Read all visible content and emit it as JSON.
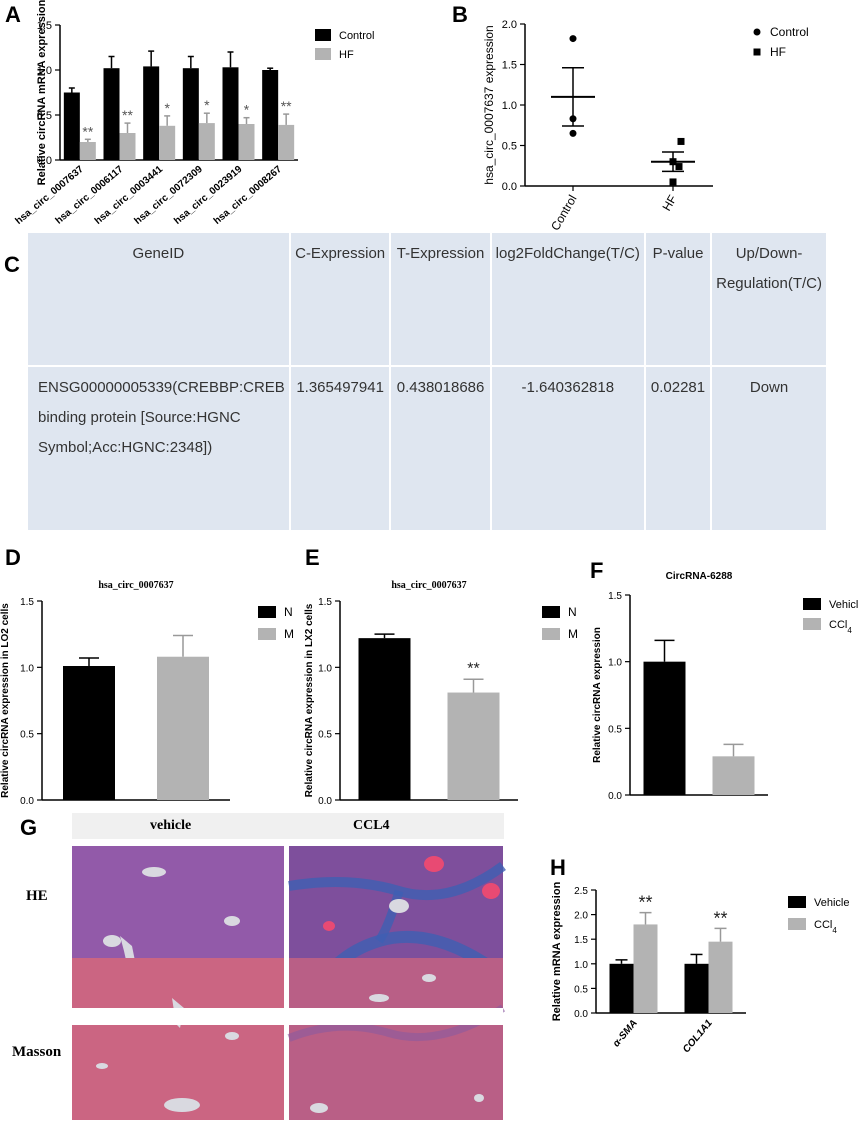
{
  "panels": {
    "A": "A",
    "B": "B",
    "C": "C",
    "D": "D",
    "E": "E",
    "F": "F",
    "G": "G",
    "H": "H"
  },
  "table": {
    "headers": [
      "GeneID",
      "C-Expression",
      "T-Expression",
      "log2FoldChange(T/C)",
      "P-value",
      "Up/Down-Regulation(T/C)"
    ],
    "rows": [
      [
        "ENSG00000005339(CREBBP:CREB binding protein [Source:HGNC Symbol;Acc:HGNC:2348])",
        "1.365497941",
        "0.438018686",
        "-1.640362818",
        "0.02281",
        "Down"
      ]
    ]
  },
  "micrographs": {
    "col_vehicle": "vehicle",
    "col_ccl4": "CCL4",
    "row_he": "HE",
    "row_masson": "Masson",
    "colors": {
      "he_tissue": "#8a55a6",
      "masson_tissue": "#c8607e",
      "fibrosis": "#3e5fb3"
    }
  },
  "chart_data": [
    {
      "id": "A",
      "type": "bar",
      "categories": [
        "hsa_circ_0007637",
        "hsa_circ_0006117",
        "hsa_circ_0003441",
        "hsa_circ_0072309",
        "hsa_circ_0023919",
        "hsa_circ_0008267"
      ],
      "series": [
        {
          "name": "Control",
          "color": "#000000",
          "values": [
            0.75,
            1.02,
            1.04,
            1.02,
            1.03,
            1.0
          ],
          "errors": [
            0.05,
            0.13,
            0.17,
            0.13,
            0.17,
            0.02
          ]
        },
        {
          "name": "HF",
          "color": "#b3b3b3",
          "values": [
            0.2,
            0.3,
            0.38,
            0.41,
            0.4,
            0.39
          ],
          "errors": [
            0.03,
            0.11,
            0.11,
            0.11,
            0.07,
            0.12
          ]
        }
      ],
      "annotations": [
        "**",
        "**",
        "*",
        "*",
        "*",
        "**"
      ],
      "ylabel": "Relative circRNA mRNA expression",
      "ylim": [
        0,
        1.5
      ],
      "yticks": [
        0,
        0.5,
        1.0,
        1.5
      ],
      "legend": "top-right"
    },
    {
      "id": "B",
      "type": "scatter",
      "categories": [
        "Control",
        "HF"
      ],
      "series": [
        {
          "name": "Control",
          "marker": "circle",
          "values": [
            1.82,
            0.83,
            0.65
          ],
          "mean": 1.1,
          "sem": 0.36
        },
        {
          "name": "HF",
          "marker": "square",
          "values": [
            0.55,
            0.3,
            0.24,
            0.05
          ],
          "mean": 0.3,
          "sem": 0.12
        }
      ],
      "ylabel": "hsa_circ_0007637 expression",
      "ylim": [
        0,
        2.0
      ],
      "yticks": [
        0.0,
        0.5,
        1.0,
        1.5,
        2.0
      ],
      "legend": "top-right"
    },
    {
      "id": "D",
      "type": "bar",
      "title": "hsa_circ_0007637",
      "categories": [
        "N",
        "M"
      ],
      "series": [
        {
          "name": "N",
          "color": "#000000",
          "values": [
            1.01
          ],
          "errors": [
            0.06
          ]
        },
        {
          "name": "M",
          "color": "#b3b3b3",
          "values": [
            1.08
          ],
          "errors": [
            0.16
          ]
        }
      ],
      "ylabel": "Relative circRNA expression in LO2 cells",
      "ylim": [
        0,
        1.5
      ],
      "yticks": [
        0.0,
        0.5,
        1.0,
        1.5
      ],
      "legend": "right"
    },
    {
      "id": "E",
      "type": "bar",
      "title": "hsa_circ_0007637",
      "categories": [
        "N",
        "M"
      ],
      "series": [
        {
          "name": "N",
          "color": "#000000",
          "values": [
            1.22
          ],
          "errors": [
            0.03
          ]
        },
        {
          "name": "M",
          "color": "#b3b3b3",
          "values": [
            0.81
          ],
          "errors": [
            0.1
          ]
        }
      ],
      "annotations": [
        "",
        "**"
      ],
      "ylabel": "Relative circRNA expression in LX2 cells",
      "ylim": [
        0,
        1.5
      ],
      "yticks": [
        0.0,
        0.5,
        1.0,
        1.5
      ],
      "legend": "right"
    },
    {
      "id": "F",
      "type": "bar",
      "title": "CircRNA-6288",
      "categories": [
        "Vehicle",
        "CCl4"
      ],
      "series": [
        {
          "name": "Vehicle",
          "color": "#000000",
          "values": [
            1.0
          ],
          "errors": [
            0.16
          ]
        },
        {
          "name": "CCl",
          "sub": "4",
          "color": "#b3b3b3",
          "values": [
            0.29
          ],
          "errors": [
            0.09
          ]
        }
      ],
      "ylabel": "Relative circRNA expression",
      "ylim": [
        0,
        1.5
      ],
      "yticks": [
        0.0,
        0.5,
        1.0,
        1.5
      ],
      "legend": "right"
    },
    {
      "id": "H",
      "type": "bar",
      "categories": [
        "α-SMA",
        "COL1A1"
      ],
      "series": [
        {
          "name": "Vehicle",
          "color": "#000000",
          "values": [
            1.0,
            1.0
          ],
          "errors": [
            0.08,
            0.19
          ]
        },
        {
          "name": "CCl",
          "sub": "4",
          "color": "#b3b3b3",
          "values": [
            1.8,
            1.45
          ],
          "errors": [
            0.24,
            0.27
          ]
        }
      ],
      "annotations": [
        "**",
        "**"
      ],
      "ylabel": "Relative mRNA expression",
      "ylim": [
        0,
        2.5
      ],
      "yticks": [
        0.0,
        0.5,
        1.0,
        1.5,
        2.0,
        2.5
      ],
      "legend": "right"
    }
  ]
}
